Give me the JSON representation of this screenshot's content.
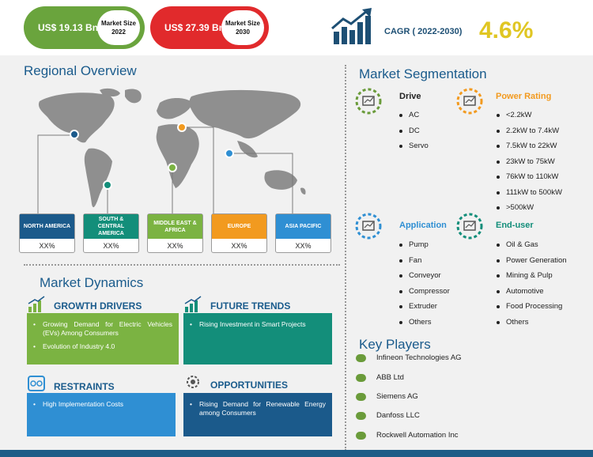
{
  "header": {
    "market_2022": {
      "value": "US$ 19.13 Bn",
      "label": "Market Size 2022"
    },
    "market_2030": {
      "value": "US$ 27.39 Bn",
      "label": "Market Size 2030"
    },
    "cagr_label": "CAGR ( 2022-2030)",
    "cagr_value": "4.6%"
  },
  "regional": {
    "title": "Regional Overview",
    "regions": [
      {
        "name": "NORTH AMERICA",
        "value": "XX%",
        "color": "#1b5a8b"
      },
      {
        "name": "SOUTH & CENTRAL AMERICA",
        "value": "XX%",
        "color": "#138e7a"
      },
      {
        "name": "MIDDLE EAST & AFRICA",
        "value": "XX%",
        "color": "#7bb342"
      },
      {
        "name": "EUROPE",
        "value": "XX%",
        "color": "#f29a1f"
      },
      {
        "name": "ASIA PACIFIC",
        "value": "XX%",
        "color": "#2f8fd3"
      }
    ]
  },
  "segmentation": {
    "title": "Market Segmentation",
    "groups": [
      {
        "name": "Drive",
        "color": "#6a9b3a",
        "items": [
          "AC",
          "DC",
          "Servo"
        ]
      },
      {
        "name": "Power Rating",
        "color": "#f29a1f",
        "items": [
          "<2.2kW",
          "2.2kW to 7.4kW",
          "7.5kW to 22kW",
          "23kW to 75kW",
          "76kW to 110kW",
          "111kW to 500kW",
          ">500kW"
        ]
      },
      {
        "name": "Application",
        "color": "#2f8fd3",
        "items": [
          "Pump",
          "Fan",
          "Conveyor",
          "Compressor",
          "Extruder",
          "Others"
        ]
      },
      {
        "name": "End-user",
        "color": "#138e7a",
        "items": [
          "Oil & Gas",
          "Power Generation",
          "Mining & Pulp",
          "Automotive",
          "Food Processing",
          "Others"
        ]
      }
    ]
  },
  "dynamics": {
    "title": "Market Dynamics",
    "growth_drivers": {
      "title": "GROWTH DRIVERS",
      "color": "#7bb342",
      "items": [
        "Growing Demand for Electric Vehicles (EVs) Among Consumers",
        "Evolution of Industry 4.0"
      ]
    },
    "future_trends": {
      "title": "FUTURE TRENDS",
      "color": "#138e7a",
      "items": [
        "Rising Investment in Smart Projects"
      ]
    },
    "restraints": {
      "title": "RESTRAINTS",
      "color": "#2f8fd3",
      "items": [
        "High Implementation Costs"
      ]
    },
    "opportunities": {
      "title": "OPPORTUNITIES",
      "color": "#1b5a8b",
      "items": [
        "Rising Demand for Renewable Energy among Consumers"
      ]
    }
  },
  "key_players": {
    "title": "Key Players",
    "items": [
      "Infineon Technologies AG",
      "ABB Ltd",
      "Siemens AG",
      "Danfoss LLC",
      "Rockwell Automation Inc"
    ]
  }
}
